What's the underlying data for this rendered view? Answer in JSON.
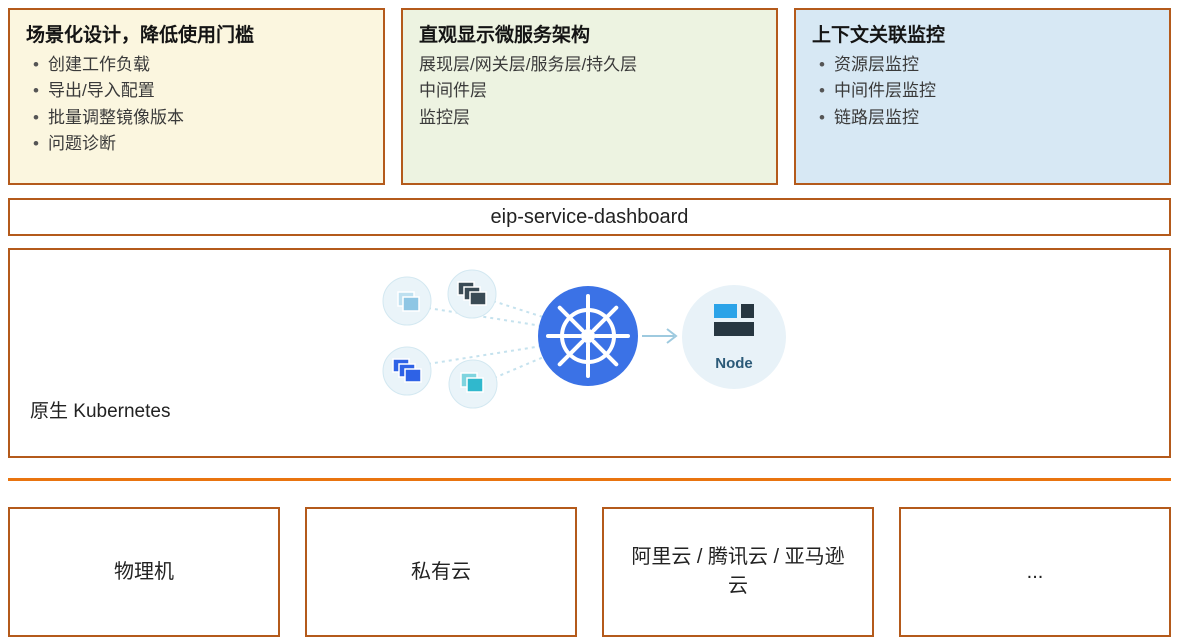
{
  "features": [
    {
      "title": "场景化设计，降低使用门槛",
      "bg": "#fbf6df",
      "items": [
        "创建工作负载",
        "导出/导入配置",
        "批量调整镜像版本",
        "问题诊断"
      ]
    },
    {
      "title": "直观显示微服务架构",
      "bg": "#edf3e1",
      "items": [
        "展现层/网关层/服务层/持久层",
        "中间件层",
        "监控层"
      ]
    },
    {
      "title": "上下文关联监控",
      "bg": "#d7e8f4",
      "items": [
        "资源层监控",
        "中间件层监控",
        "链路层监控"
      ]
    }
  ],
  "dashboard_label": "eip-service-dashboard",
  "kubernetes_label": "原生 Kubernetes",
  "node_label": "Node",
  "infrastructure": [
    "物理机",
    "私有云",
    "阿里云 / 腾讯云 / 亚马逊云",
    "..."
  ],
  "colors": {
    "border": "#b45a1b",
    "divider": "#e9740f",
    "k8s_blue": "#3b72e6"
  }
}
